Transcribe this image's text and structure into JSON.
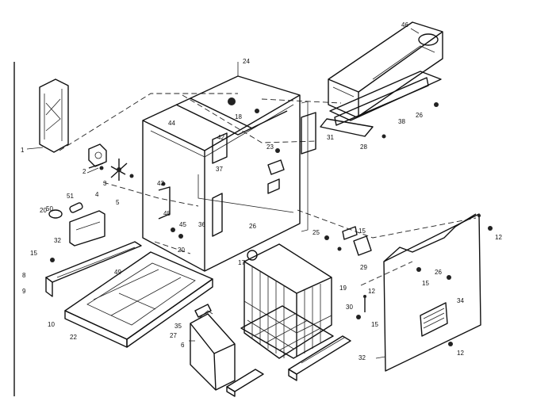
{
  "diagram": {
    "callouts": [
      {
        "id": "c1",
        "label": "1"
      },
      {
        "id": "c2",
        "label": "2"
      },
      {
        "id": "c3",
        "label": "3"
      },
      {
        "id": "c4",
        "label": "4"
      },
      {
        "id": "c5",
        "label": "5"
      },
      {
        "id": "c6",
        "label": "6"
      },
      {
        "id": "c8",
        "label": "8"
      },
      {
        "id": "c9",
        "label": "9"
      },
      {
        "id": "c10",
        "label": "10"
      },
      {
        "id": "c12a",
        "label": "12"
      },
      {
        "id": "c12b",
        "label": "12"
      },
      {
        "id": "c12c",
        "label": "12"
      },
      {
        "id": "c15a",
        "label": "15"
      },
      {
        "id": "c15b",
        "label": "15"
      },
      {
        "id": "c15c",
        "label": "15"
      },
      {
        "id": "c15d",
        "label": "15"
      },
      {
        "id": "c17",
        "label": "17"
      },
      {
        "id": "c18",
        "label": "18"
      },
      {
        "id": "c19",
        "label": "19"
      },
      {
        "id": "c20a",
        "label": "20"
      },
      {
        "id": "c20b",
        "label": "20"
      },
      {
        "id": "c22",
        "label": "22"
      },
      {
        "id": "c23",
        "label": "23"
      },
      {
        "id": "c24",
        "label": "24"
      },
      {
        "id": "c25",
        "label": "25"
      },
      {
        "id": "c26a",
        "label": "26"
      },
      {
        "id": "c26b",
        "label": "26"
      },
      {
        "id": "c26c",
        "label": "26"
      },
      {
        "id": "c27",
        "label": "27"
      },
      {
        "id": "c28",
        "label": "28"
      },
      {
        "id": "c29",
        "label": "29"
      },
      {
        "id": "c30",
        "label": "30"
      },
      {
        "id": "c31",
        "label": "31"
      },
      {
        "id": "c32a",
        "label": "32"
      },
      {
        "id": "c32b",
        "label": "32"
      },
      {
        "id": "c34",
        "label": "34"
      },
      {
        "id": "c35",
        "label": "35"
      },
      {
        "id": "c36",
        "label": "36"
      },
      {
        "id": "c37",
        "label": "37"
      },
      {
        "id": "c38",
        "label": "38"
      },
      {
        "id": "c42",
        "label": "42"
      },
      {
        "id": "c43",
        "label": "43"
      },
      {
        "id": "c44",
        "label": "44"
      },
      {
        "id": "c45",
        "label": "45"
      },
      {
        "id": "c46",
        "label": "46"
      },
      {
        "id": "c48",
        "label": "48"
      },
      {
        "id": "c49",
        "label": "49"
      },
      {
        "id": "c50",
        "label": "50"
      },
      {
        "id": "c51",
        "label": "51"
      }
    ]
  }
}
